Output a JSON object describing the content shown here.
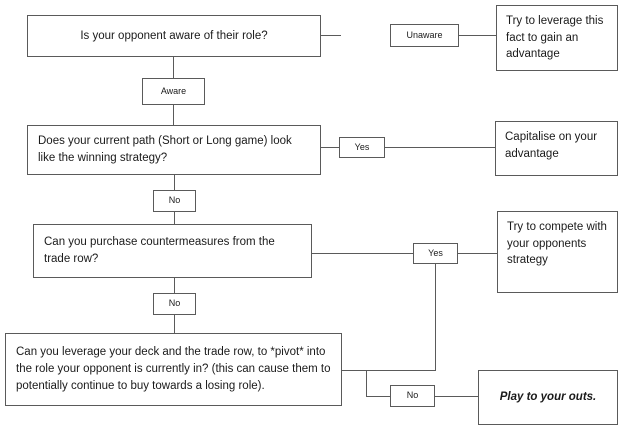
{
  "diagram": {
    "title": "Opponent role awareness decision flowchart",
    "colors": {
      "stroke": "#5a5a5a",
      "text": "#1a1a1a",
      "background": "#ffffff"
    },
    "nodes": {
      "q1": {
        "text": "Is your opponent aware of their role?"
      },
      "label_unaware": {
        "text": "Unaware"
      },
      "out_leverage": {
        "text": "Try to leverage this fact to gain an advantage"
      },
      "label_aware": {
        "text": "Aware"
      },
      "q2": {
        "text": "Does your current path (Short or Long game) look like the winning strategy?"
      },
      "label_yes_1": {
        "text": "Yes"
      },
      "out_capitalise": {
        "text": "Capitalise on your advantage"
      },
      "label_no_1": {
        "text": "No"
      },
      "q3": {
        "text": "Can you purchase countermeasures from the trade row?"
      },
      "label_yes_2": {
        "text": "Yes"
      },
      "out_compete": {
        "text": "Try to compete with your opponents strategy"
      },
      "label_no_2": {
        "text": "No"
      },
      "q4": {
        "text": "Can you leverage your deck and the trade row, to *pivot* into the role your opponent is currently in? (this can cause them to potentially continue to buy towards a losing role)."
      },
      "label_no_3": {
        "text": "No"
      },
      "out_play_outs": {
        "text": "Play to your outs."
      }
    }
  }
}
